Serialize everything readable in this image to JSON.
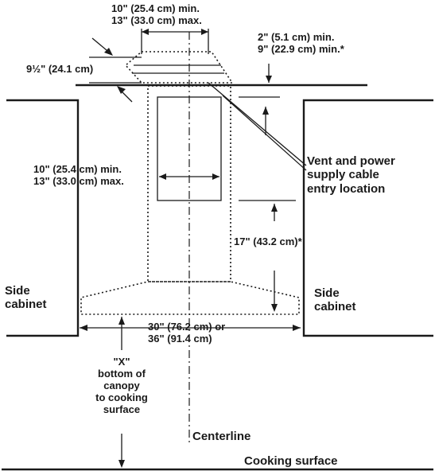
{
  "labels": {
    "top_width_line1": "10\" (25.4 cm) min.",
    "top_width_line2": "13\" (33.0 cm) max.",
    "right_top_line1": "2\" (5.1 cm) min.",
    "right_top_line2": "9\" (22.9 cm) min.*",
    "left_top": "9½\" (24.1 cm)",
    "mid_width_line1": "10\" (25.4 cm) min.",
    "mid_width_line2": "13\" (33.0 cm) max.",
    "vent_line1": "Vent and power",
    "vent_line2": "supply cable",
    "vent_line3": "entry location",
    "height_17": "17\" (43.2 cm)*",
    "side_left_line1": "Side",
    "side_left_line2": "cabinet",
    "side_right_line1": "Side",
    "side_right_line2": "cabinet",
    "width_line1": "30\" (76.2 cm) or",
    "width_line2": "36\" (91.4 cm)",
    "x_line1": "\"X\"",
    "x_line2": "bottom of",
    "x_line3": "canopy",
    "x_line4": "to cooking",
    "x_line5": "surface",
    "centerline": "Centerline",
    "cooking_surface": "Cooking surface"
  }
}
